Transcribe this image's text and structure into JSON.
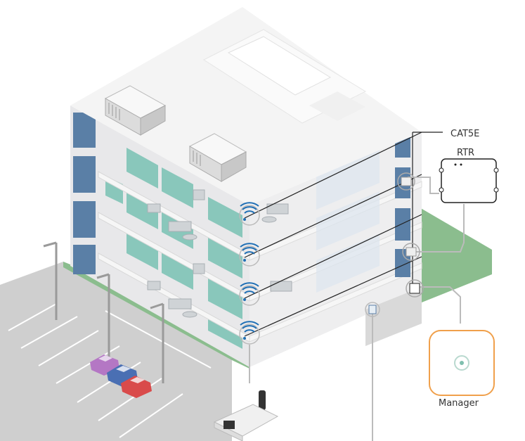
{
  "labels": {
    "cable": "CAT5E",
    "router": "RTR",
    "manager": "Manager"
  },
  "colors": {
    "building_wall": "#ececed",
    "building_roof": "#f4f4f4",
    "window_blue": "#5a7fa6",
    "glass_teal": "#7fc4b6",
    "ground_grey": "#cfcfcf",
    "lawn_green": "#8bbd8e",
    "manager_accent": "#f0a04b",
    "wifi_blue": "#1f6fb5",
    "line_dark": "#222222"
  },
  "icons": {
    "access_point": "wifi-icon",
    "router": "router-icon",
    "manager": "manager-icon",
    "sensor": "sensor-icon"
  }
}
